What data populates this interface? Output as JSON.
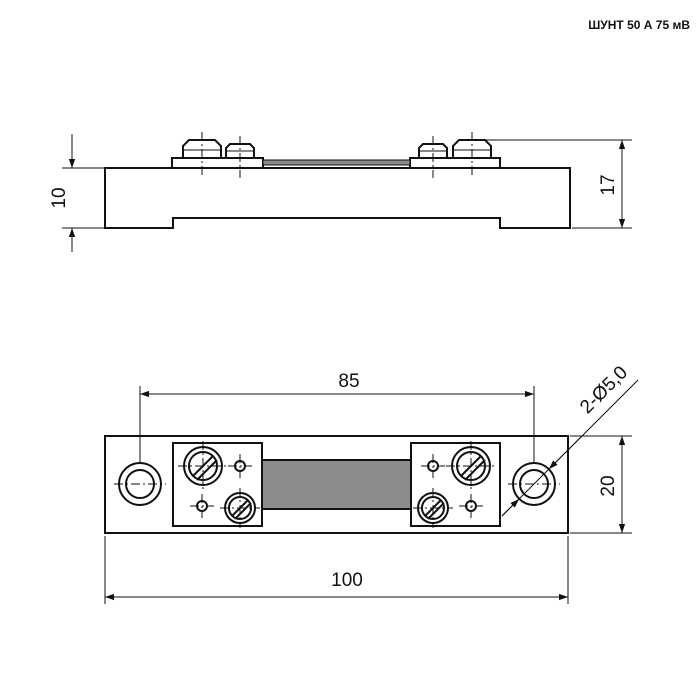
{
  "title": "ШУНТ 50 А 75 мВ",
  "dimensions": {
    "side_height": "10",
    "total_height": "17",
    "hole_spacing": "85",
    "hole_spec": "2-Ø5,0",
    "width": "20",
    "length": "100"
  }
}
